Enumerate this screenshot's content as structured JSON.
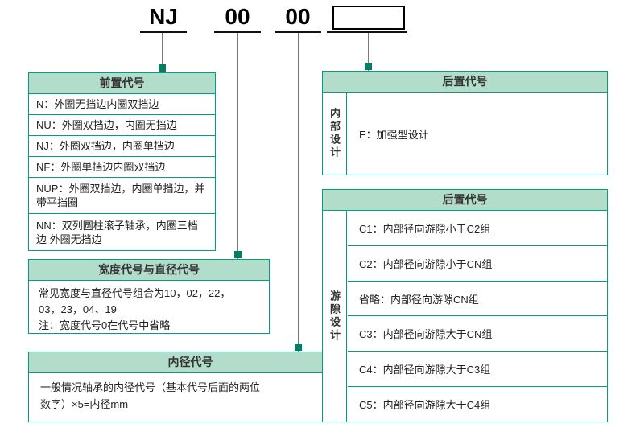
{
  "colors": {
    "border": "#00a07e",
    "header_bg": "#b3ddcb",
    "dot": "#007f62"
  },
  "top_codes": {
    "prefix": "NJ",
    "width_code": "00",
    "bore_code": "00"
  },
  "prefix_panel": {
    "title": "前置代号",
    "rows": [
      "N：外圈无挡边内圈双挡边",
      "NU：外圈双挡边，内圈无挡边",
      "NJ：外圈双挡边，内圈单挡边",
      "NF：外圈单挡边内圈双挡边",
      "NUP：外圈双挡边，内圈单挡边，并带平挡圈",
      "NN：双列圆柱滚子轴承，内圈三档边 外圈无挡边"
    ]
  },
  "width_panel": {
    "title": "宽度代号与直径代号",
    "lines": [
      "常见宽度与直径代号组合为10，02，22，",
      "03，23，04、19",
      "注：宽度代号0在代号中省略"
    ]
  },
  "bore_panel": {
    "title": "内径代号",
    "lines": [
      "一般情况轴承的内径代号（基本代号后面的两位",
      "数字）×5=内径mm"
    ]
  },
  "design_panel": {
    "title": "后置代号",
    "side_label": "内部设计",
    "rows": [
      "E：加强型设计"
    ]
  },
  "clearance_panel": {
    "title": "后置代号",
    "side_label": "游隙设计",
    "rows": [
      "C1：内部径向游隙小于C2组",
      "C2：内部径向游隙小于CN组",
      "省略：内部径向游隙CN组",
      "C3：内部径向游隙大于CN组",
      "C4：内部径向游隙大于C3组",
      "C5：内部径向游隙大于C4组"
    ]
  }
}
